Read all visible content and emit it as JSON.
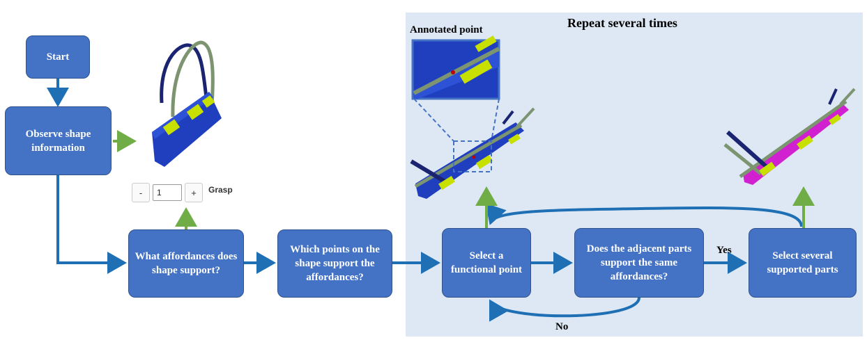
{
  "flow": {
    "start": "Start",
    "observe": "Observe shape information",
    "what_affordances": "What affordances does shape support?",
    "which_points": "Which points on the shape support the affordances?",
    "select_point": "Select a functional point",
    "adjacent_support": "Does the adjacent parts support the same affordances?",
    "select_parts": "Select several supported parts"
  },
  "labels": {
    "repeat": "Repeat several times",
    "annotated_point": "Annotated point",
    "yes": "Yes",
    "no": "No"
  },
  "stepper": {
    "minus": "-",
    "value": "1",
    "plus": "+",
    "name": "Grasp"
  },
  "colors": {
    "box_fill": "#4472c4",
    "arrow_blue": "#1f6fb5",
    "arrow_green": "#70ad47",
    "region_bg": "#dde8f4",
    "bag_blue": "#1f3fbf",
    "bag_magenta": "#d020d0",
    "handle_yellow": "#c8e000"
  }
}
